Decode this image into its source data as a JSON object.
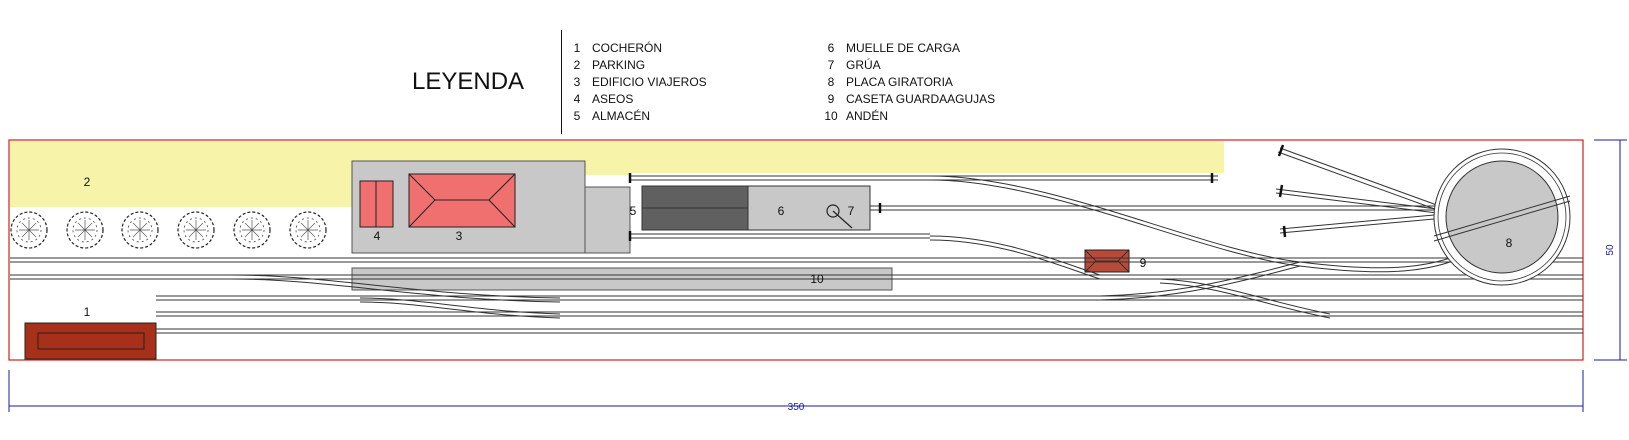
{
  "legend": {
    "title": "LEYENDA",
    "items": [
      {
        "num": "1",
        "label": "COCHERÓN"
      },
      {
        "num": "2",
        "label": "PARKING"
      },
      {
        "num": "3",
        "label": "EDIFICIO VIAJEROS"
      },
      {
        "num": "4",
        "label": "ASEOS"
      },
      {
        "num": "5",
        "label": "ALMACÉN"
      },
      {
        "num": "6",
        "label": "MUELLE DE CARGA"
      },
      {
        "num": "7",
        "label": "GRÚA"
      },
      {
        "num": "8",
        "label": "PLACA GIRATORIA"
      },
      {
        "num": "9",
        "label": "CASETA GUARDAAGUJAS"
      },
      {
        "num": "10",
        "label": "ANDÉN"
      }
    ]
  },
  "plan": {
    "labels": {
      "cocheron": "1",
      "parking": "2",
      "edificio_viajeros": "3",
      "aseos": "4",
      "almacen": "5",
      "muelle_de_carga": "6",
      "grua": "7",
      "placa_giratoria": "8",
      "caseta_guardaagujas": "9",
      "anden": "10"
    },
    "dimensions": {
      "width": "350",
      "height": "50"
    },
    "tree_count": 6,
    "colors": {
      "parking": "#f7f3a8",
      "building": "#f07070",
      "cocheron": "#a8301a",
      "platform": "#c8c8c8",
      "dock_dark": "#606060",
      "border": "#d02020",
      "dimension": "#1a1aa0"
    }
  }
}
